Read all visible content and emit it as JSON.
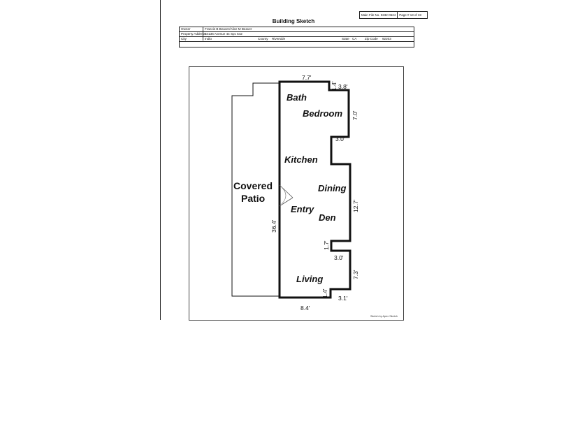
{
  "header": {
    "main_file_no": "Main File No. 0232-0624",
    "page_of": "Page # 13 of 33",
    "title": "Building Sketch"
  },
  "property": {
    "owner_label": "Owner",
    "owner": "Francis B Beaver/Alice M Beaver",
    "address_label": "Property Address",
    "address": "84136 Avenue 44 Spc 542",
    "city_label": "City",
    "city": "Indio",
    "county_label": "County",
    "county": "Riverside",
    "state_label": "State",
    "state": "CA",
    "zip_label": "Zip Code",
    "zip": "92203"
  },
  "rooms": {
    "bath": "Bath",
    "bedroom": "Bedroom",
    "kitchen": "Kitchen",
    "dining": "Dining",
    "entry": "Entry",
    "den": "Den",
    "living": "Living",
    "patio_line1": "Covered",
    "patio_line2": "Patio"
  },
  "dimensions": {
    "top_width": "7.7'",
    "top_step": "1.4'",
    "top_right": "3.8'",
    "bedroom_side": "7.0'",
    "upper_notch": "3.0'",
    "dining_side": "12.7'",
    "length": "36.4'",
    "lower_step": "1.7'",
    "lower_notch": "3.0'",
    "living_side": "7.3'",
    "bottom_step": "1.4'",
    "bottom_right": "3.1'",
    "bottom_width": "8.4'"
  },
  "credit": "Sketch by Apex Sketch"
}
